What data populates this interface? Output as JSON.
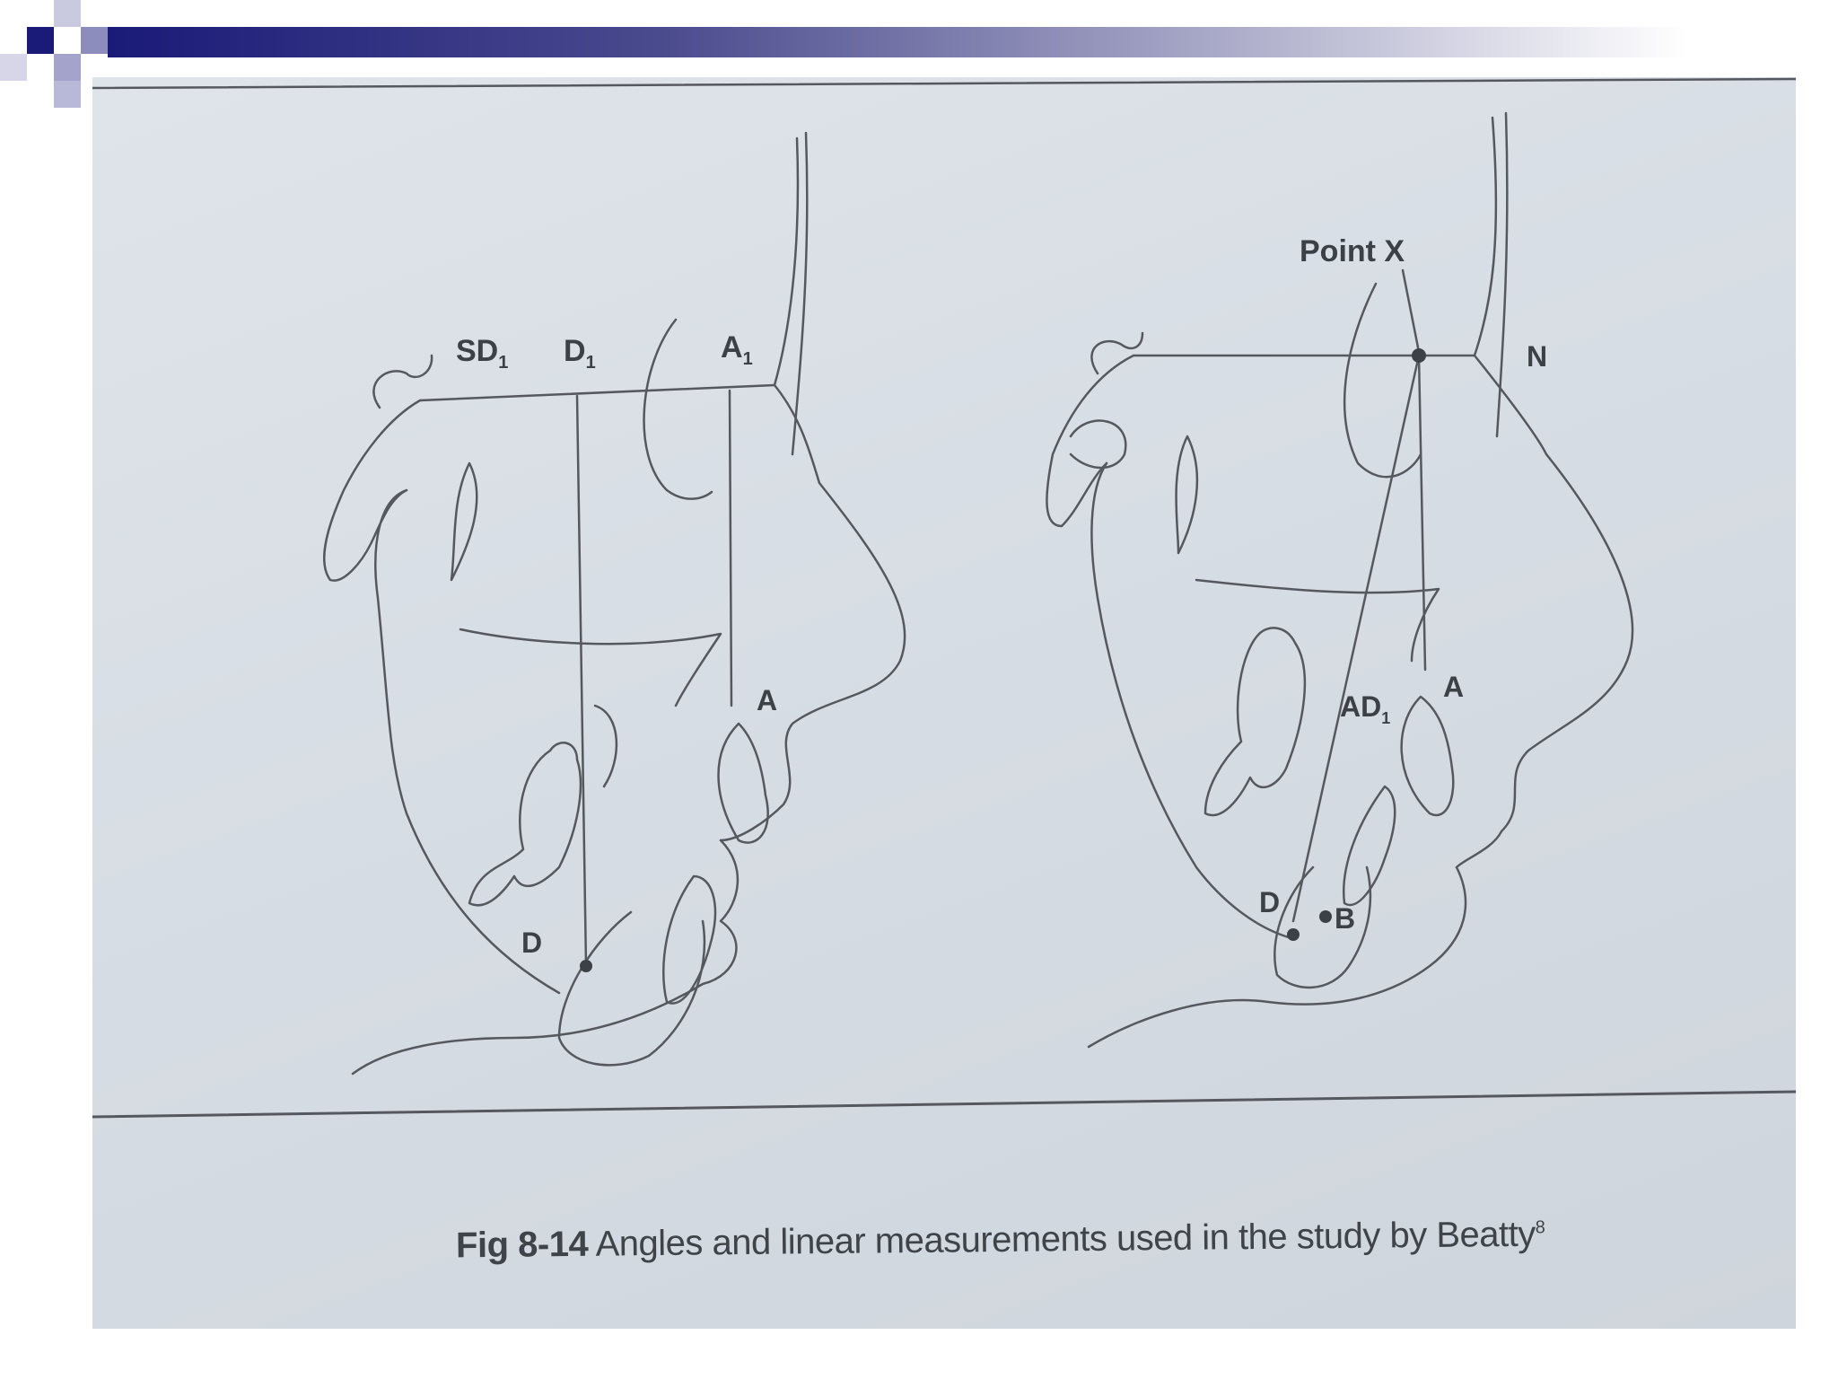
{
  "slide": {
    "accent_dark": "#1a1a78",
    "accent_light": "#a9a9c8"
  },
  "figure": {
    "left_diagram": {
      "labels": {
        "sd1": "SD",
        "sd1_sub": "1",
        "d1": "D",
        "d1_sub": "1",
        "a1": "A",
        "a1_sub": "1",
        "a": "A",
        "d": "D"
      }
    },
    "right_diagram": {
      "labels": {
        "point_x": "Point X",
        "n": "N",
        "a": "A",
        "ad": "AD",
        "ad_sub": "1",
        "d": "D",
        "b": "B"
      }
    },
    "caption": {
      "fig_number": "Fig 8-14",
      "text": "Angles and linear measurements used in the study by Beatty",
      "reference": "8"
    }
  }
}
